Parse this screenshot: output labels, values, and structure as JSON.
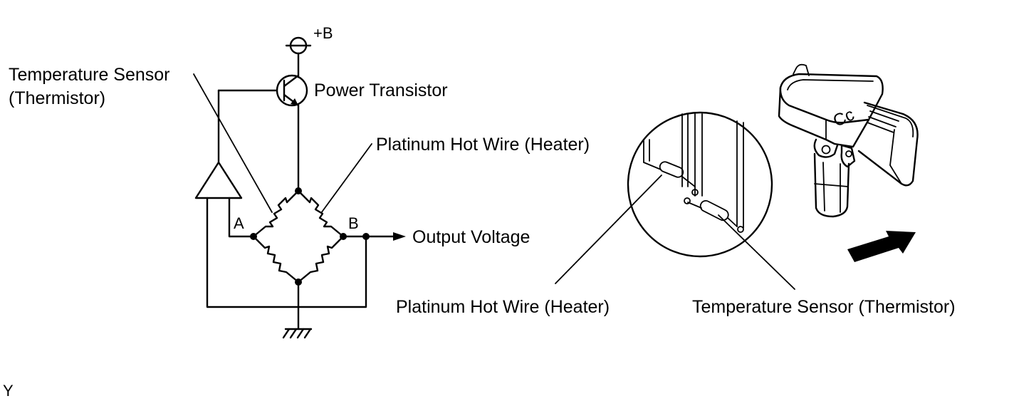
{
  "circuit": {
    "supply_label": "+B",
    "temp_sensor_label_line1": "Temperature Sensor",
    "temp_sensor_label_line2": "(Thermistor)",
    "transistor_label": "Power Transistor",
    "hot_wire_label": "Platinum Hot Wire (Heater)",
    "node_a_label": "A",
    "node_b_label": "B",
    "output_label": "Output Voltage"
  },
  "sensor_illustration": {
    "hot_wire_label": "Platinum Hot Wire (Heater)",
    "temp_sensor_label": "Temperature Sensor (Thermistor)",
    "housing_marking": "Cc"
  },
  "footer": {
    "code": "Y"
  }
}
